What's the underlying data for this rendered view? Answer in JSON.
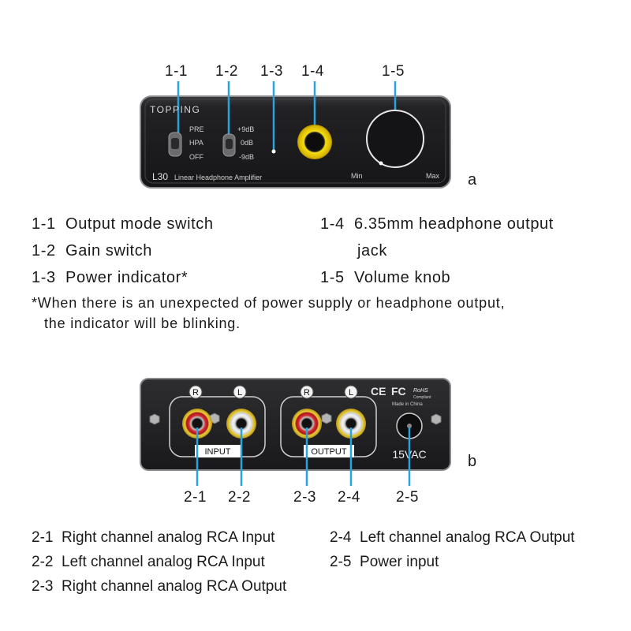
{
  "figure_a": {
    "panel_label": "a",
    "brand": "TOPPING",
    "model": "L30",
    "subtitle": "Linear Headphone Amplifier",
    "mode_labels": [
      "PRE",
      "HPA",
      "OFF"
    ],
    "gain_labels": [
      "+9dB",
      "0dB",
      "-9dB"
    ],
    "knob_min": "Min",
    "knob_max": "Max",
    "callouts": [
      "1-1",
      "1-2",
      "1-3",
      "1-4",
      "1-5"
    ],
    "legend": [
      {
        "id": "1-1",
        "text": "Output mode switch"
      },
      {
        "id": "1-2",
        "text": "Gain switch"
      },
      {
        "id": "1-3",
        "text": "Power indicator*"
      },
      {
        "id": "1-4",
        "text": "6.35mm headphone output"
      },
      {
        "id": "",
        "text": "jack"
      },
      {
        "id": "1-5",
        "text": "Volume knob"
      }
    ],
    "note_line1": "*When there is an unexpected of power supply or headphone output,",
    "note_line2": "the indicator will be blinking."
  },
  "figure_b": {
    "panel_label": "b",
    "input_label": "INPUT",
    "output_label": "OUTPUT",
    "jack_r": "R",
    "jack_l": "L",
    "power_label": "15VAC",
    "made_in": "Made in China",
    "cert_ce": "CE",
    "cert_fc": "FC",
    "cert_rohs": "RoHS",
    "cert_compliant": "Compliant",
    "callouts": [
      "2-1",
      "2-2",
      "2-3",
      "2-4",
      "2-5"
    ],
    "legend": [
      {
        "id": "2-1",
        "text": "Right channel analog RCA Input"
      },
      {
        "id": "2-2",
        "text": "Left channel analog RCA Input"
      },
      {
        "id": "2-3",
        "text": "Right channel analog RCA Output"
      },
      {
        "id": "2-4",
        "text": "Left channel analog RCA Output"
      },
      {
        "id": "2-5",
        "text": "Power input"
      }
    ]
  },
  "colors": {
    "leader": "#29a3dc",
    "panel": "#1c1c1e",
    "rca_red": "#d8262b",
    "rca_yellow": "#e8cc1a",
    "jack_yellow": "#f0d400"
  }
}
